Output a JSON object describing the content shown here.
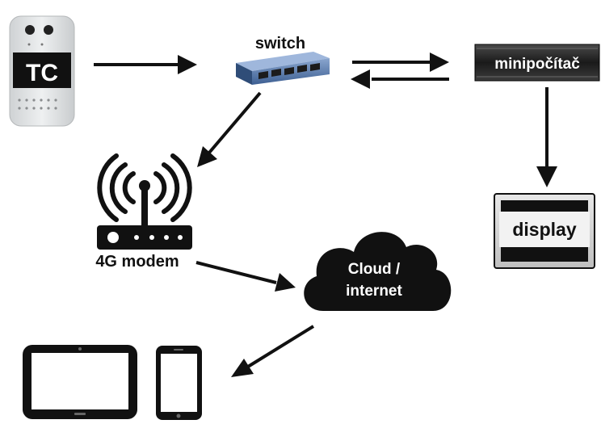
{
  "labels": {
    "tc": "TC",
    "switch": "switch",
    "minipc": "minipočítač",
    "display": "display",
    "modem": "4G modem",
    "cloud_line1": "Cloud /",
    "cloud_line2": "internet"
  },
  "icons": {
    "tc": "thermal-camera-icon",
    "switch": "network-switch-icon",
    "minipc": "mini-pc-icon",
    "display": "monitor-icon",
    "modem": "wifi-router-icon",
    "cloud": "cloud-icon",
    "tablet": "tablet-icon",
    "phone": "smartphone-icon"
  },
  "colors": {
    "ink": "#111111",
    "switch_body": "#5a7fb3",
    "device_body": "#e3e5e6"
  }
}
